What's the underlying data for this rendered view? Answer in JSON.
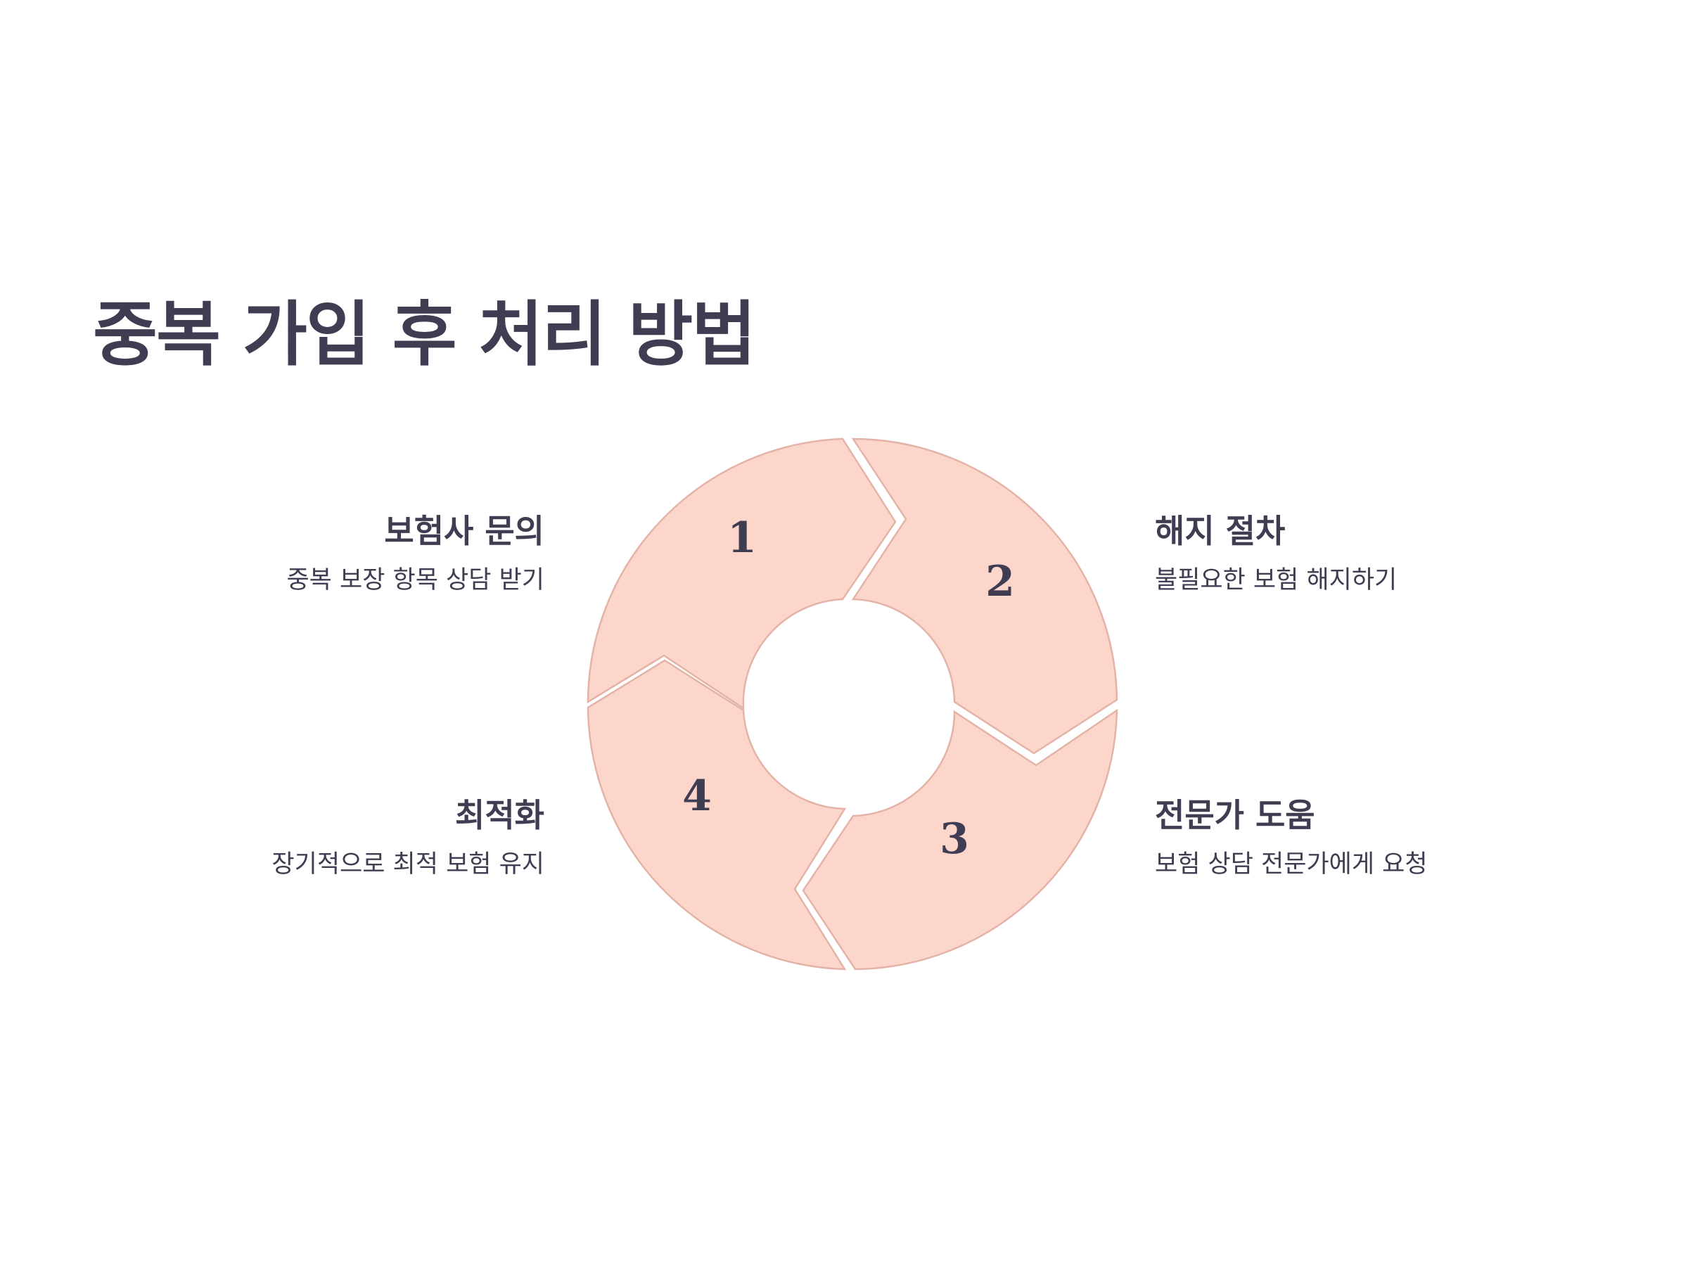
{
  "title": "중복 가입 후 처리 방법",
  "steps": [
    {
      "number": "1",
      "title": "보험사 문의",
      "description": "중복 보장 항목 상담 받기"
    },
    {
      "number": "2",
      "title": "해지 절차",
      "description": "불필요한 보험 해지하기"
    },
    {
      "number": "3",
      "title": "전문가 도움",
      "description": "보험 상담 전문가에게 요청"
    },
    {
      "number": "4",
      "title": "최적화",
      "description": "장기적으로 최적 보험 유지"
    }
  ],
  "colors": {
    "segment_fill": "#fdd6cb",
    "segment_stroke": "#e4b3a8",
    "text": "#3f3d52",
    "background": "#ffffff"
  }
}
